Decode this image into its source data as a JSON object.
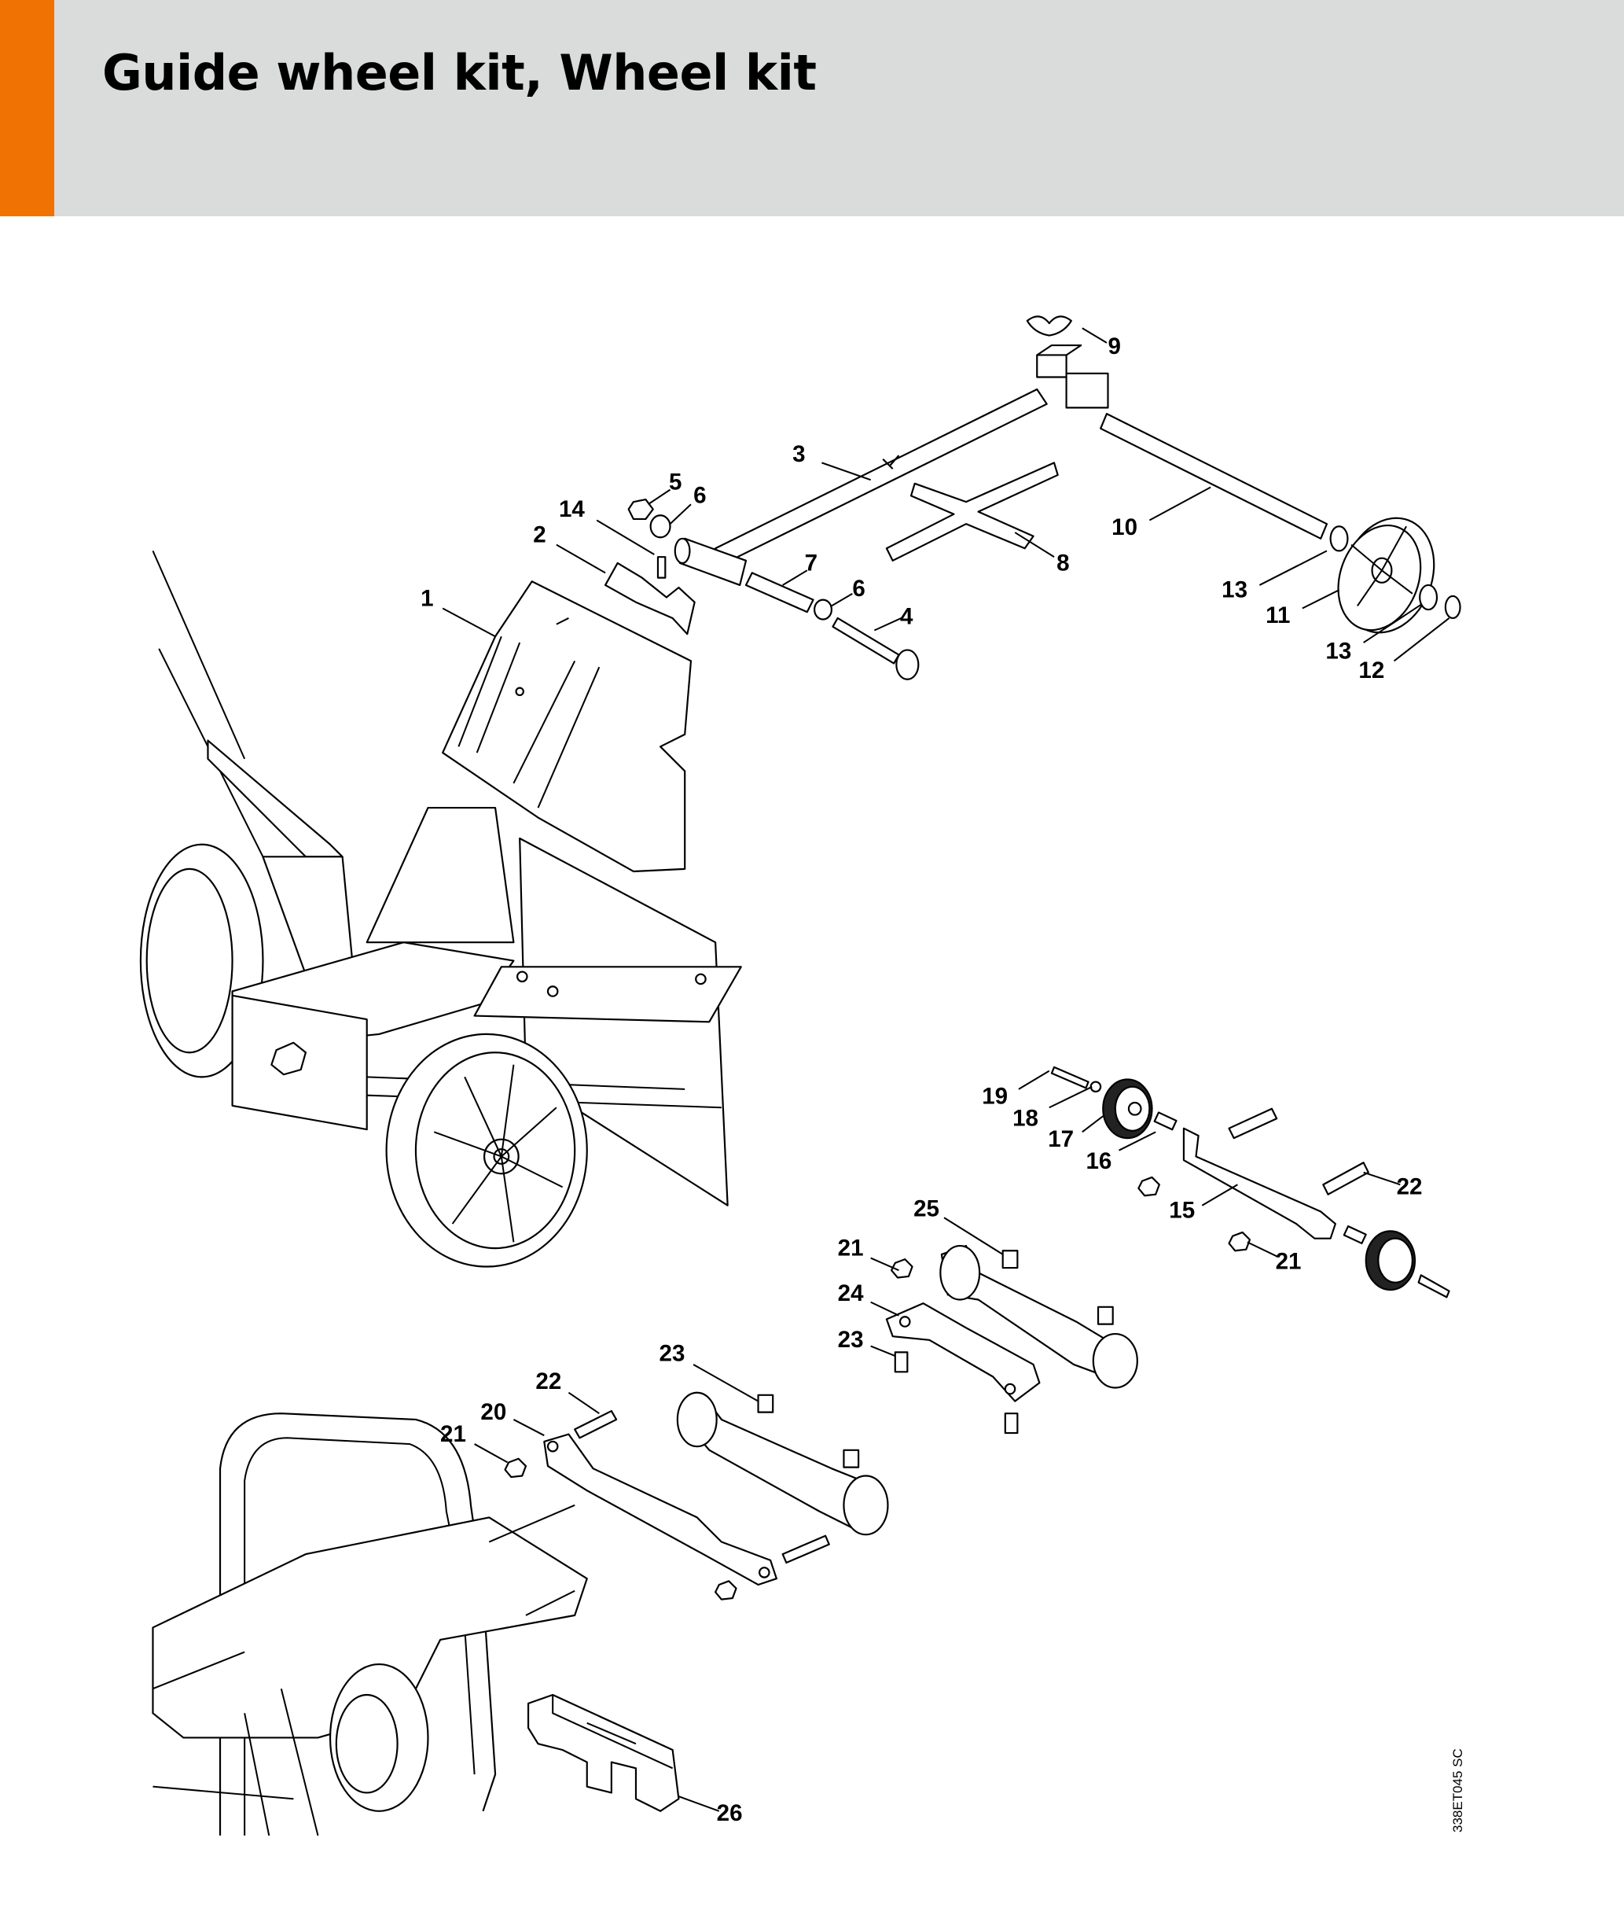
{
  "header": {
    "title": "Guide wheel kit, Wheel kit",
    "accent_color": "#ef7203",
    "background": "#dadbdb"
  },
  "diagram": {
    "drawing_code": "338ET045 SC",
    "labels": [
      "9",
      "3",
      "5",
      "6",
      "14",
      "2",
      "1",
      "7",
      "6",
      "4",
      "8",
      "10",
      "13",
      "11",
      "13",
      "12",
      "19",
      "18",
      "17",
      "16",
      "22",
      "15",
      "21",
      "25",
      "21",
      "24",
      "23",
      "23",
      "22",
      "20",
      "21",
      "26"
    ]
  }
}
